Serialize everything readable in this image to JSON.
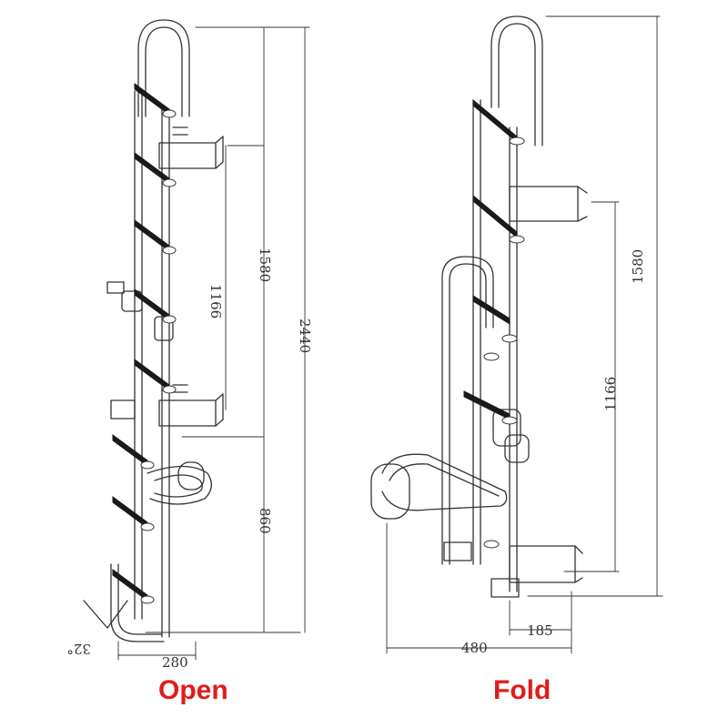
{
  "captions": {
    "open": "Open",
    "fold": "Fold"
  },
  "open_view": {
    "dims": {
      "d1580": "1580",
      "d1166": "1166",
      "d2440": "2440",
      "d860": "860",
      "d280": "280",
      "angle": "32°"
    }
  },
  "fold_view": {
    "dims": {
      "d1580": "1580",
      "d1166": "1166",
      "d185": "185",
      "d480": "480"
    }
  },
  "colors": {
    "line": "#333333",
    "caption": "#e31b1b",
    "tread": "#1a1a1a"
  }
}
